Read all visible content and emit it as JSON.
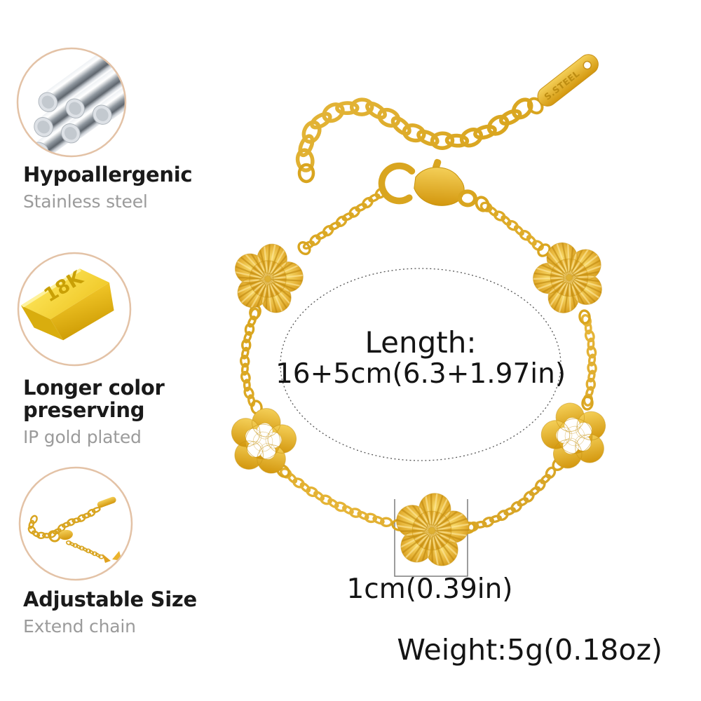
{
  "features": [
    {
      "icon": "steel-rods-icon",
      "title": "Hypoallergenic",
      "subtitle": "Stainless steel"
    },
    {
      "icon": "gold-bar-icon",
      "title": "Longer color preserving",
      "subtitle": "IP gold plated",
      "engraving": "18K"
    },
    {
      "icon": "extension-chain-icon",
      "title": "Adjustable Size",
      "subtitle": "Extend chain"
    }
  ],
  "annotations": {
    "length_label": "Length:",
    "length_value": "16+5cm(6.3+1.97in)",
    "charm_size": "1cm(0.39in)",
    "weight": "Weight:5g(0.18oz)",
    "tag_engraving": "S.STEEL"
  },
  "colors": {
    "gold": "#e0a824",
    "gold_dark": "#c08a12",
    "gold_light": "#f7dc7d",
    "steel": "#aab1b8",
    "circle_border": "#e3c2a6",
    "title_text": "#1a1a1a",
    "subtitle_text": "#9b9b9b",
    "annotation_text": "#141414",
    "dash_line": "#555555"
  }
}
